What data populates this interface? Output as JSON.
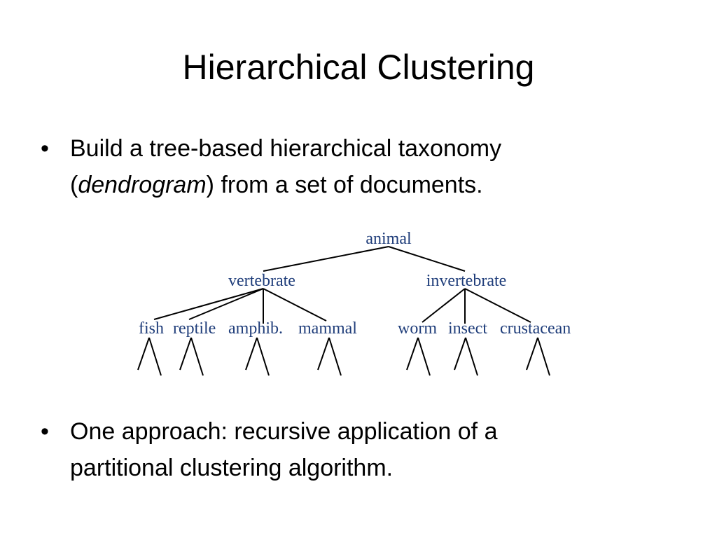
{
  "slide": {
    "title": "Hierarchical Clustering",
    "bullet_symbol": "•",
    "bullets": [
      {
        "line1": "Build a tree-based hierarchical taxonomy",
        "line2_open": "(",
        "line2_em": "dendrogram",
        "line2_rest": ") from a set of documents."
      },
      {
        "line1": "One approach: recursive application of a",
        "line2": "partitional clustering algorithm."
      }
    ]
  },
  "dendrogram": {
    "label_color": "#1f3d7a",
    "root": "animal",
    "level1": [
      "vertebrate",
      "invertebrate"
    ],
    "vertebrate_children": [
      "fish",
      "reptile",
      "amphib.",
      "mammal"
    ],
    "invertebrate_children": [
      "worm",
      "insect",
      "crustacean"
    ]
  }
}
